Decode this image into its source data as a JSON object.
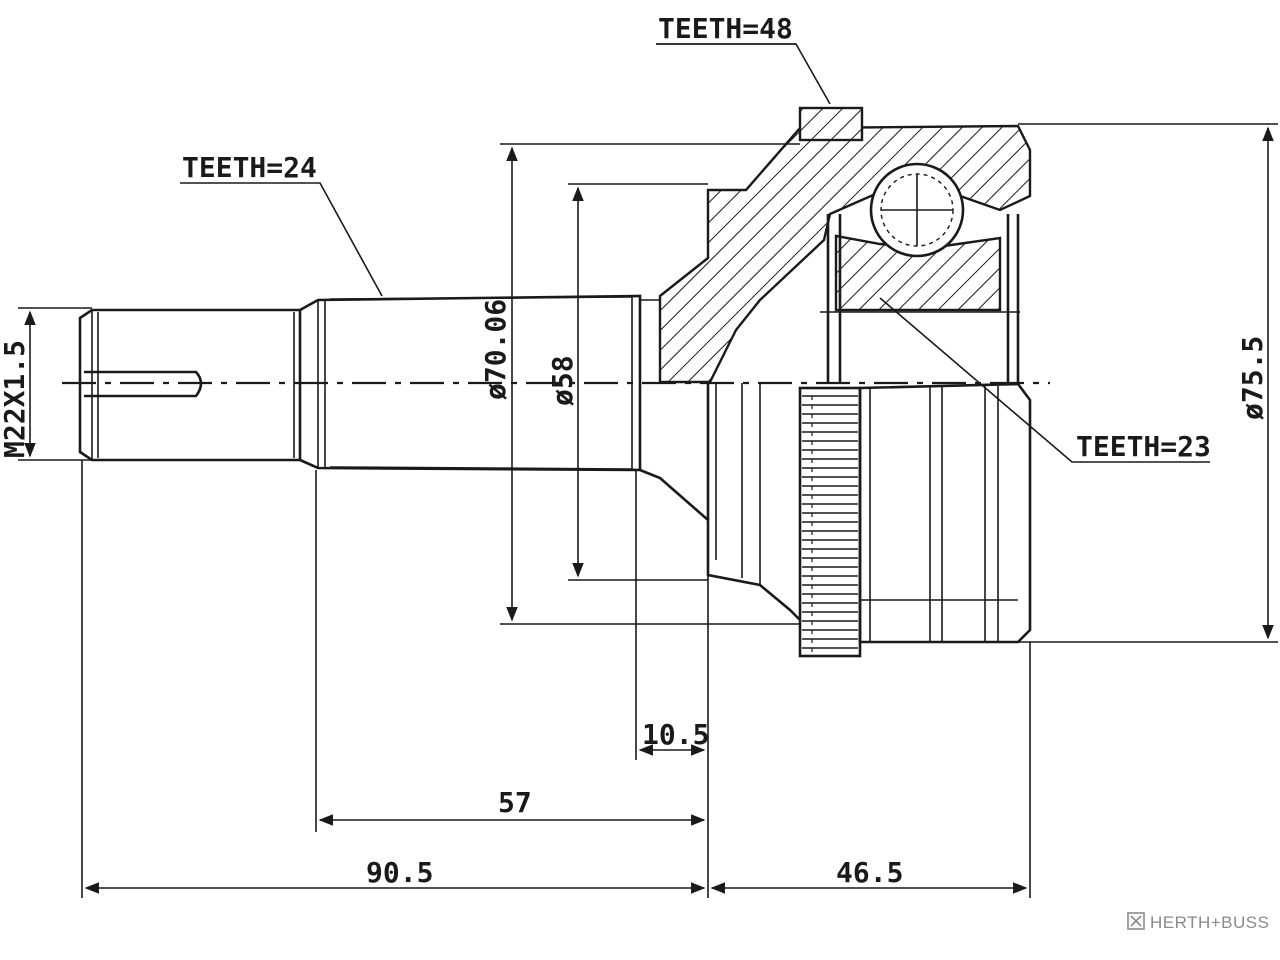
{
  "labels": {
    "teeth_outer": "TEETH=48",
    "teeth_shaft": "TEETH=24",
    "teeth_inner": "TEETH=23",
    "thread": "M22X1.5",
    "dia_70": "ø70.06",
    "dia_58": "ø58",
    "dia_75": "ø75.5",
    "len_105": "10.5",
    "len_57": "57",
    "len_905": "90.5",
    "len_465": "46.5"
  },
  "brand": {
    "name": "HERTH+BUSS",
    "logo_icon": "herth-buss-logo-icon",
    "color": "#8a8a8a"
  },
  "colors": {
    "line": "#1a1a1a",
    "background": "#ffffff"
  }
}
